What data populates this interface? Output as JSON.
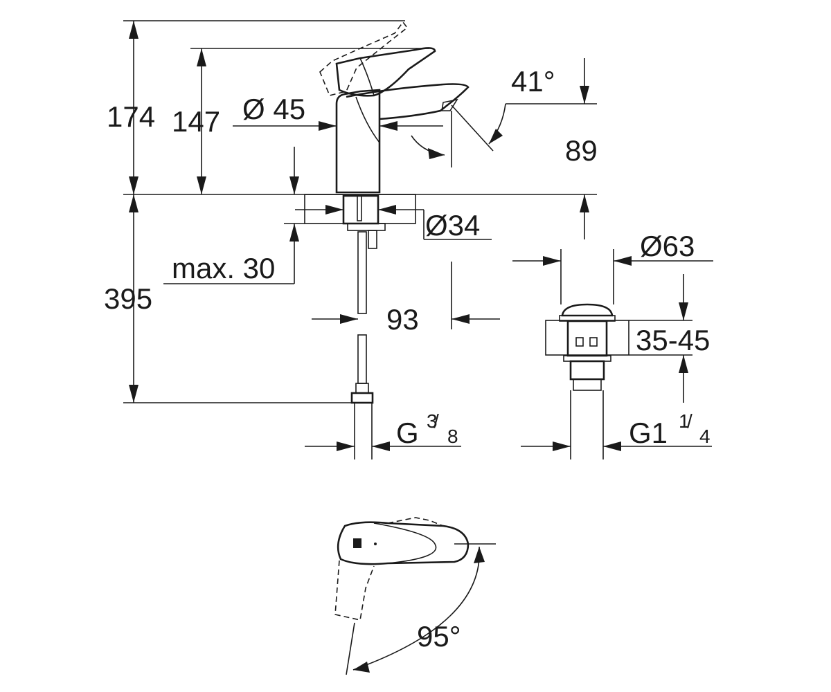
{
  "dimensions": {
    "d174": "174",
    "d147": "147",
    "d45": "Ø 45",
    "d41": "41°",
    "d89": "89",
    "d34": "Ø34",
    "d63": "Ø63",
    "max30": "max. 30",
    "d395": "395",
    "d93": "93",
    "d3545": "35-45",
    "g38_main": "G",
    "g38_num": "3",
    "g38_den": "8",
    "g114_main": "G1",
    "g114_num": "1",
    "g114_den": "4",
    "d95": "95°"
  },
  "colors": {
    "line": "#1a1a1a",
    "background": "#ffffff"
  }
}
